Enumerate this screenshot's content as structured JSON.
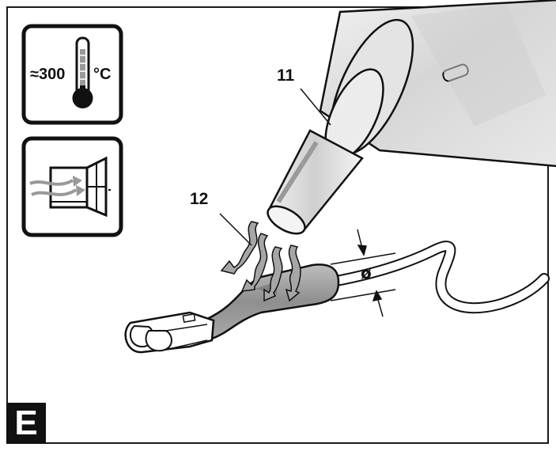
{
  "icons": {
    "temperature": {
      "approx": "≈300",
      "unit": "°C",
      "icon": "thermometer-icon"
    },
    "ventilation": {
      "icon": "ventilation-window-icon"
    }
  },
  "callouts": {
    "nozzle": "11",
    "heat": "12"
  },
  "diameter_symbol": "ø",
  "figure_tag": "E"
}
